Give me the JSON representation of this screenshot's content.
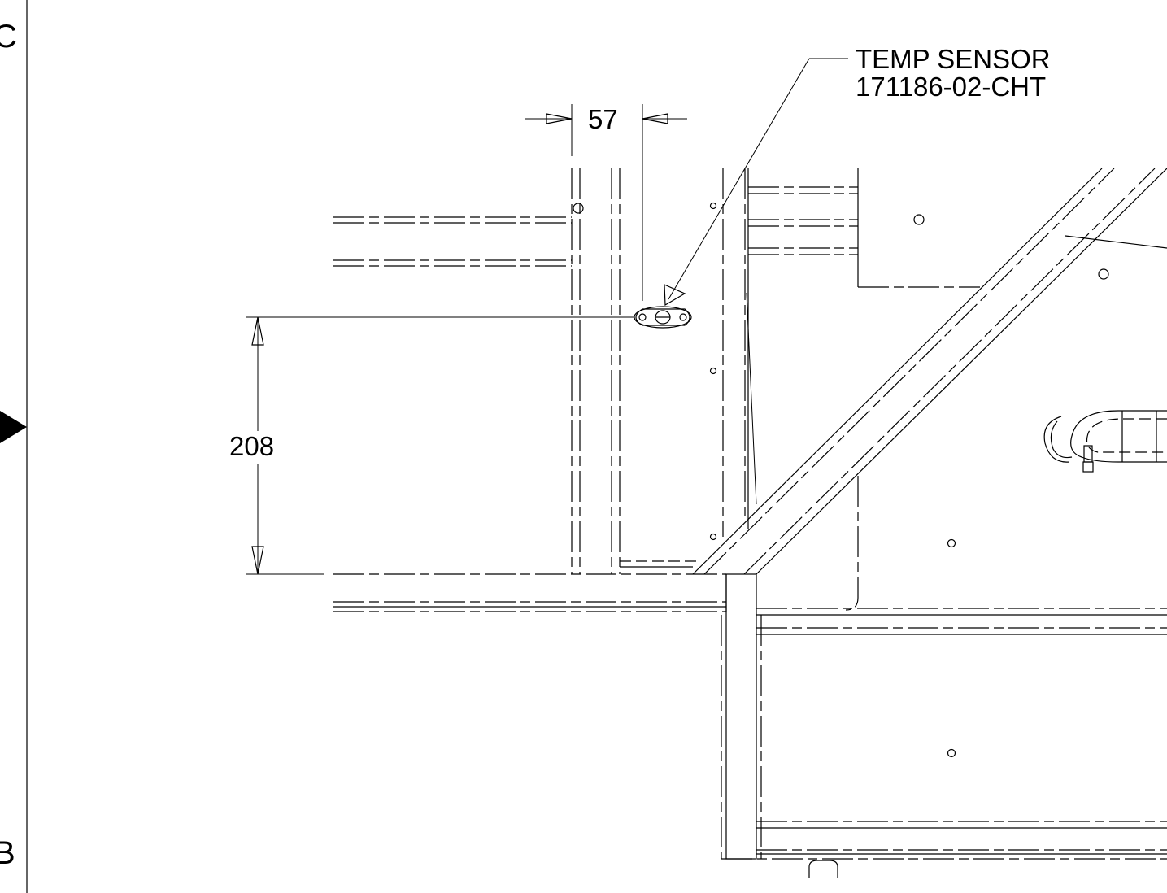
{
  "drawing": {
    "zone_top": "C",
    "zone_bottom": "B",
    "callout_line1": "TEMP SENSOR",
    "callout_line2": "171186-02-CHT",
    "dim_horizontal": "57",
    "dim_vertical": "208"
  }
}
